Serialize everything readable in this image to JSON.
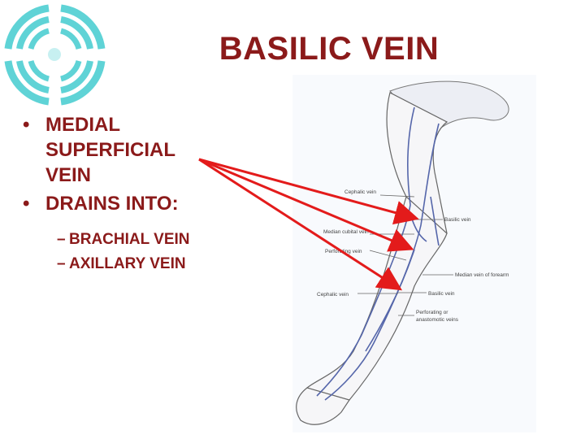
{
  "slide": {
    "title": "BASILIC VEIN",
    "bullets": [
      {
        "text": "MEDIAL SUPERFICIAL VEIN"
      },
      {
        "text": "DRAINS INTO:"
      }
    ],
    "sub_bullets": [
      {
        "text": "BRACHIAL VEIN"
      },
      {
        "text": "AXILLARY VEIN"
      }
    ],
    "bullet_glyph": "•",
    "dash_glyph": "–"
  },
  "illustration": {
    "labels": {
      "cephalic_upper": "Cephalic vein",
      "basilic_upper": "Basilic vein",
      "median_cubital": "Median cubital vein",
      "perforating_upper": "Perforating vein",
      "median_forearm": "Median vein of forearm",
      "cephalic_lower": "Cephalic vein",
      "basilic_lower": "Basilic vein",
      "perforating_lower_1": "Perforating or",
      "perforating_lower_2": "anastomotic veins"
    }
  },
  "colors": {
    "title": "#8b1a1a",
    "arrow": "#e31b1b",
    "logo_teal": "#5fd3d6",
    "vein_blue": "#5566aa"
  },
  "icons": {
    "logo": "concentric-arc-logo"
  }
}
